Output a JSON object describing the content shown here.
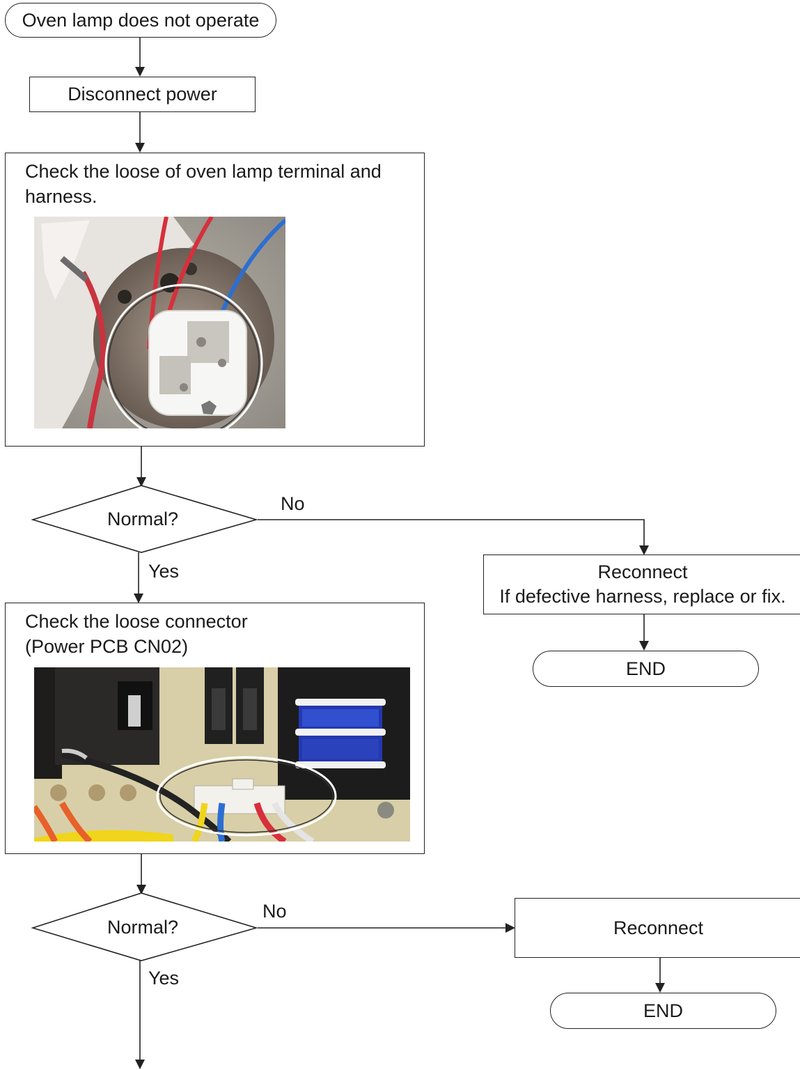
{
  "flowchart": {
    "start": "Oven lamp does not operate",
    "step_disconnect": "Disconnect power",
    "step_check_lamp": {
      "line1": "Check the loose of oven lamp terminal and",
      "line2": "harness."
    },
    "decision1": {
      "label": "Normal?",
      "no": "No",
      "yes": "Yes"
    },
    "fix1": {
      "line1": "Reconnect",
      "line2": "If defective harness, replace or fix."
    },
    "end1": "END",
    "step_check_connector": {
      "line1": "Check the loose connector",
      "line2": "(Power PCB CN02)"
    },
    "decision2": {
      "label": "Normal?",
      "no": "No",
      "yes": "Yes"
    },
    "fix2": "Reconnect",
    "end2": "END"
  },
  "colors": {
    "line": "#222222",
    "wire_red": "#d6303c",
    "wire_blue": "#2c6fd1",
    "wire_yellow": "#f0d51a",
    "relay_blue": "#2438b0",
    "pcb": "#d8cfa8"
  }
}
